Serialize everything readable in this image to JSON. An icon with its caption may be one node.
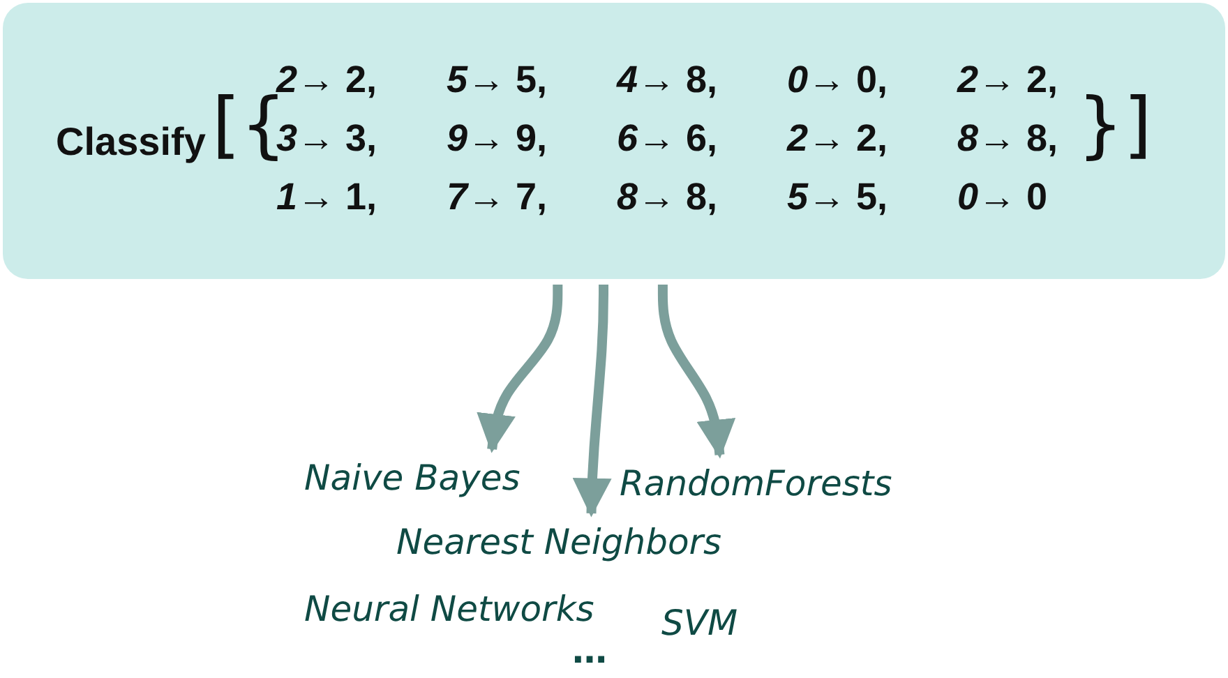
{
  "diagram": {
    "nodes": [
      {
        "text": [
          "Classify",
          "[{",
          "*2*→ 2,",
          "*5*→ 5,",
          "*4*→ 8,",
          "*0*→ 0,",
          "*2*→ 2,",
          "*3*→ 3,",
          "*9*→ 9,",
          "*6*→ 6,",
          "*2*→ 2,",
          "*8*→ 8,",
          "*1*→ 1,",
          "*7*→ 7,",
          "*8*→ 8,",
          "*5*→ 5,",
          "*0*→ 0",
          "}]"
        ]
      },
      {
        "text": [
          "Naive Bayes"
        ]
      },
      {
        "text": [
          "RandomForests"
        ]
      },
      {
        "text": [
          "Nearest Neighbors"
        ]
      }
    ],
    "edges": [
      {
        "from": 0,
        "to": 1,
        "arrow": "to"
      },
      {
        "from": 0,
        "to": 3,
        "arrow": "to"
      },
      {
        "from": 0,
        "to": 2,
        "arrow": "to"
      }
    ],
    "labels": [
      "Neural Networks",
      "SVM",
      "…"
    ]
  }
}
